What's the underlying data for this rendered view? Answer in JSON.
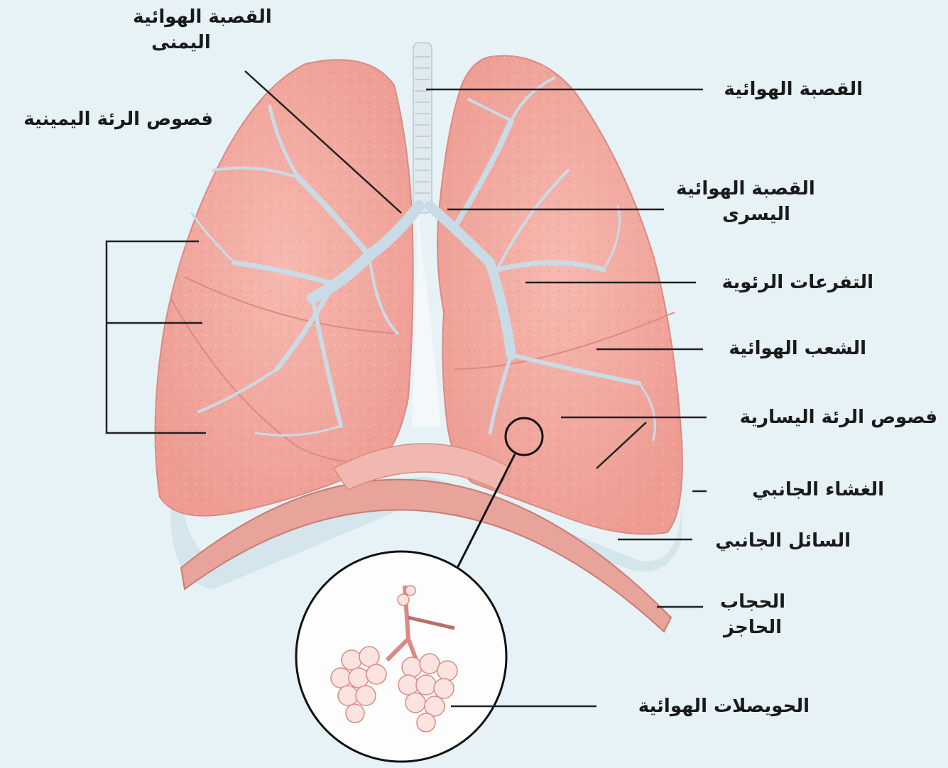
{
  "diagram": {
    "labels": {
      "right_bronchus": [
        "القصبة الهوائية",
        "اليمنى"
      ],
      "right_lobes": "فصوص الرئة اليمينية",
      "trachea": "القصبة الهوائية",
      "left_bronchus": [
        "القصبة الهوائية",
        "اليسرى"
      ],
      "bronchioles": "التفرعات الرئوية",
      "bronchi": "الشعب الهوائية",
      "left_lobes": "فصوص الرئة اليسارية",
      "pleura": "الغشاء الجانبي",
      "pleural_fluid": "السائل الجانبي",
      "diaphragm": [
        "الحجاب",
        "الحاجز"
      ],
      "alveoli": "الحويصلات الهوائية"
    },
    "colors": {
      "background": "#e6f2f6",
      "lung": "#f2a8a0",
      "lung_edge": "#d98a84",
      "airway": "#c9dbe6",
      "diaphragm": "#e8a39a",
      "leader_line": "#222222"
    }
  }
}
